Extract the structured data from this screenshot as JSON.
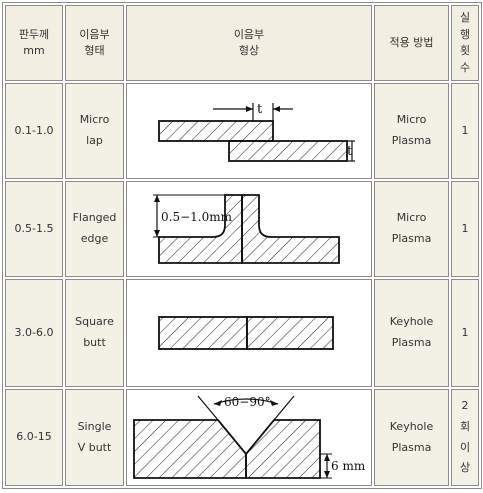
{
  "header": {
    "thickness": [
      "판두께",
      "mm"
    ],
    "joint_type": [
      "이음부",
      "형태"
    ],
    "joint_shape": [
      "이음부",
      "형상"
    ],
    "method": "적용 방법",
    "passes": [
      "실",
      "행",
      "횟",
      "수"
    ]
  },
  "rows": [
    {
      "thickness": "0.1-1.0",
      "joint": [
        "Micro",
        "lap"
      ],
      "method": [
        "Micro",
        "Plasma"
      ],
      "passes": [
        "1"
      ],
      "labels": [
        "t",
        "t"
      ]
    },
    {
      "thickness": "0.5-1.5",
      "joint": [
        "Flanged",
        "edge"
      ],
      "method": [
        "Micro",
        "Plasma"
      ],
      "passes": [
        "1"
      ],
      "labels": [
        "0.5−1.0mm"
      ]
    },
    {
      "thickness": "3.0-6.0",
      "joint": [
        "Square",
        "butt"
      ],
      "method": [
        "Keyhole",
        "Plasma"
      ],
      "passes": [
        "1"
      ],
      "labels": []
    },
    {
      "thickness": "6.0-15",
      "joint": [
        "Single",
        "V butt"
      ],
      "method": [
        "Keyhole",
        "Plasma"
      ],
      "passes": [
        "2",
        "회",
        "이",
        "상"
      ],
      "labels": [
        "60−90°",
        "6 mm"
      ]
    }
  ],
  "colors": {
    "cell_bg": "#f3f0e6",
    "border": "#8c8c8c",
    "text": "#333333",
    "drawing": "#111111"
  }
}
